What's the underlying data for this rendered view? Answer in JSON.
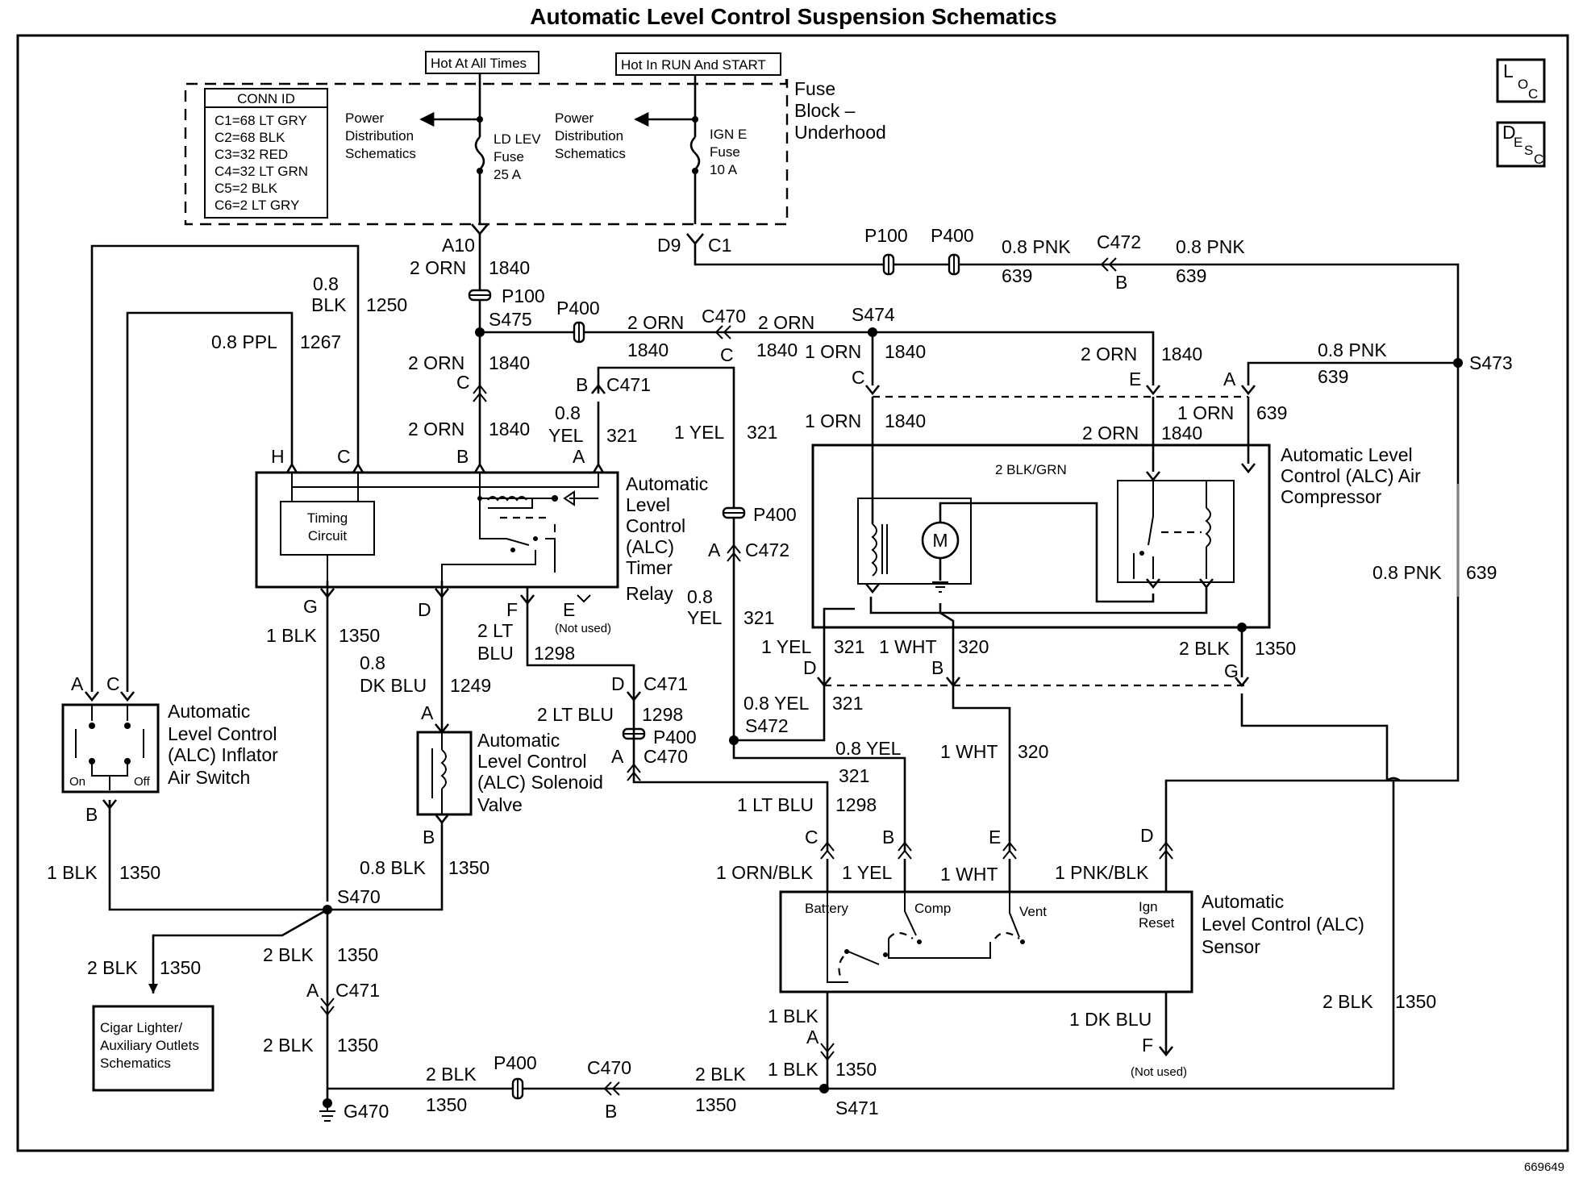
{
  "title": "Automatic Level Control Suspension Schematics",
  "doc_number": "669649",
  "corner_icons": [
    {
      "main": "L",
      "sub1": "O",
      "sub2": "C",
      "name": "loc-icon"
    },
    {
      "main": "D",
      "sub1": "E",
      "sub2": "S",
      "sub3": "C",
      "name": "desc-icon"
    }
  ],
  "power_labels": {
    "hot_all": "Hot At All Times",
    "hot_run": "Hot In RUN And START"
  },
  "fuse_block": {
    "line1": "Fuse",
    "line2": "Block –",
    "line3": "Underhood"
  },
  "conn_id": {
    "header": "CONN ID",
    "rows": [
      "C1=68 LT GRY",
      "C2=68 BLK",
      "C3=32 RED",
      "C4=32 LT GRN",
      "C5=2 BLK",
      "C6=2 LT GRY"
    ]
  },
  "pds": {
    "line1": "Power",
    "line2": "Distribution",
    "line3": "Schematics"
  },
  "fuse1": {
    "line1": "LD LEV",
    "line2": "Fuse",
    "line3": "25 A"
  },
  "fuse2": {
    "line1": "IGN E",
    "line2": "Fuse",
    "line3": "10 A"
  },
  "timer_relay": {
    "line1": "Automatic",
    "line2": "Level",
    "line3": "Control",
    "line4": "(ALC)",
    "line5": "Timer",
    "line6": "Relay",
    "timing_1": "Timing",
    "timing_2": "Circuit"
  },
  "compressor": {
    "line1": "Automatic Level",
    "line2": "Control (ALC) Air",
    "line3": "Compressor",
    "motor": "M",
    "motor_wire": "2 BLK/GRN"
  },
  "inflator": {
    "line1": "Automatic",
    "line2": "Level Control",
    "line3": "(ALC) Inflator",
    "line4": "Air Switch",
    "on": "On",
    "off": "Off"
  },
  "solenoid": {
    "line1": "Automatic",
    "line2": "Level Control",
    "line3": "(ALC) Solenoid",
    "line4": "Valve"
  },
  "sensor": {
    "line1": "Automatic",
    "line2": "Level Control (ALC)",
    "line3": "Sensor",
    "battery": "Battery",
    "comp": "Comp",
    "vent": "Vent",
    "ign1": "Ign",
    "ign2": "Reset"
  },
  "cigar": {
    "line1": "Cigar Lighter/",
    "line2": "Auxiliary Outlets",
    "line3": "Schematics"
  },
  "not_used": "(Not used)",
  "labels": {
    "A10": "A10",
    "D9": "D9",
    "C1": "C1",
    "P100": "P100",
    "P400": "P400",
    "C472": "C472",
    "C470": "C470",
    "C471": "C471",
    "S475": "S475",
    "S474": "S474",
    "S473": "S473",
    "S472": "S472",
    "S470": "S470",
    "S471": "S471",
    "G470": "G470",
    "pnk08": "0.8 PNK",
    "c639": "639",
    "orn2": "2 ORN",
    "orn1": "1 ORN",
    "c1840": "1840",
    "blk08": "0.8",
    "blk_word": "BLK",
    "c1250": "1250",
    "ppl08": "0.8 PPL",
    "c1267": "1267",
    "yel08": "0.8",
    "yel_word": "YEL",
    "c321": "321",
    "yel1": "1 YEL",
    "yel08full": "0.8 YEL",
    "wht1": "1 WHT",
    "c320": "320",
    "blk1": "1 BLK",
    "c1350": "1350",
    "blk2": "2 BLK",
    "blk08full": "0.8 BLK",
    "dkblu08": "0.8",
    "dkblu_word": "DK BLU",
    "c1249": "1249",
    "ltblu2a": "2 LT",
    "ltblu2b": "BLU",
    "c1298": "1298",
    "ltblu2": "2 LT BLU",
    "ltblu1": "1 LT BLU",
    "ornblk1": "1 ORN/BLK",
    "pnkblk1": "1 PNK/BLK",
    "dkblu1": "1 DK BLU",
    "A": "A",
    "B": "B",
    "C": "C",
    "D": "D",
    "E": "E",
    "F": "F",
    "G": "G",
    "H": "H"
  }
}
